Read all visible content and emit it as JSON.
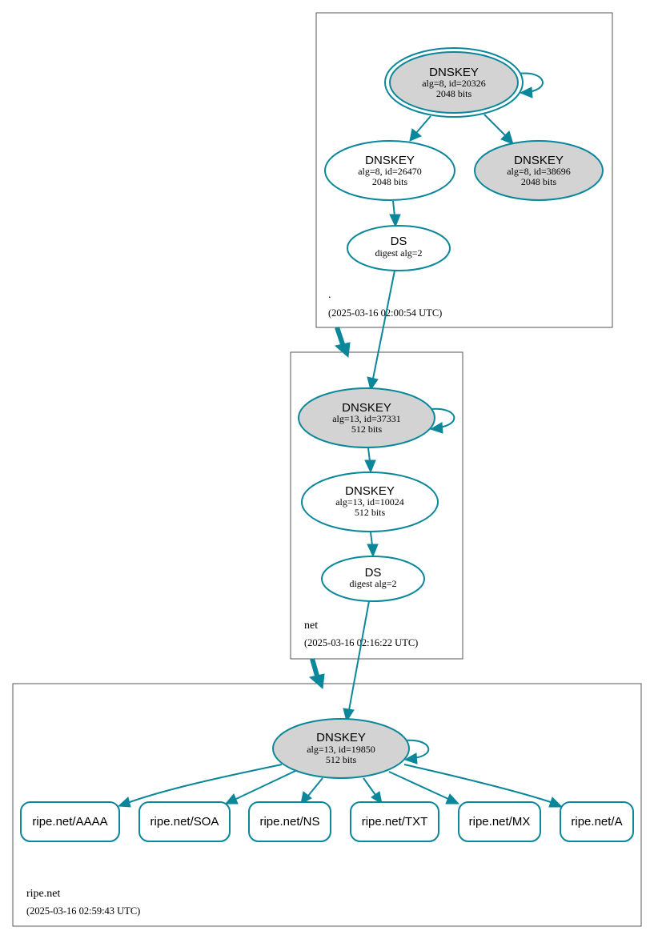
{
  "colors": {
    "edge": "#0a879a",
    "filled_node": "#d3d3d3",
    "plain_node": "#ffffff",
    "zone_border": "#555555"
  },
  "zones": [
    {
      "name": ".",
      "timestamp": "(2025-03-16 02:00:54 UTC)"
    },
    {
      "name": "net",
      "timestamp": "(2025-03-16 02:16:22 UTC)"
    },
    {
      "name": "ripe.net",
      "timestamp": "(2025-03-16 02:59:43 UTC)"
    }
  ],
  "nodes": {
    "root_ksk": {
      "title": "DNSKEY",
      "line1": "alg=8, id=20326",
      "line2": "2048 bits",
      "filled": true,
      "trust_anchor": true
    },
    "root_zsk1": {
      "title": "DNSKEY",
      "line1": "alg=8, id=26470",
      "line2": "2048 bits",
      "filled": false
    },
    "root_zsk2": {
      "title": "DNSKEY",
      "line1": "alg=8, id=38696",
      "line2": "2048 bits",
      "filled": true
    },
    "root_ds": {
      "title": "DS",
      "line1": "digest alg=2"
    },
    "net_ksk": {
      "title": "DNSKEY",
      "line1": "alg=13, id=37331",
      "line2": "512 bits",
      "filled": true
    },
    "net_zsk": {
      "title": "DNSKEY",
      "line1": "alg=13, id=10024",
      "line2": "512 bits",
      "filled": false
    },
    "net_ds": {
      "title": "DS",
      "line1": "digest alg=2"
    },
    "ripe_key": {
      "title": "DNSKEY",
      "line1": "alg=13, id=19850",
      "line2": "512 bits",
      "filled": true
    }
  },
  "rrsets": [
    "ripe.net/AAAA",
    "ripe.net/SOA",
    "ripe.net/NS",
    "ripe.net/TXT",
    "ripe.net/MX",
    "ripe.net/A"
  ]
}
